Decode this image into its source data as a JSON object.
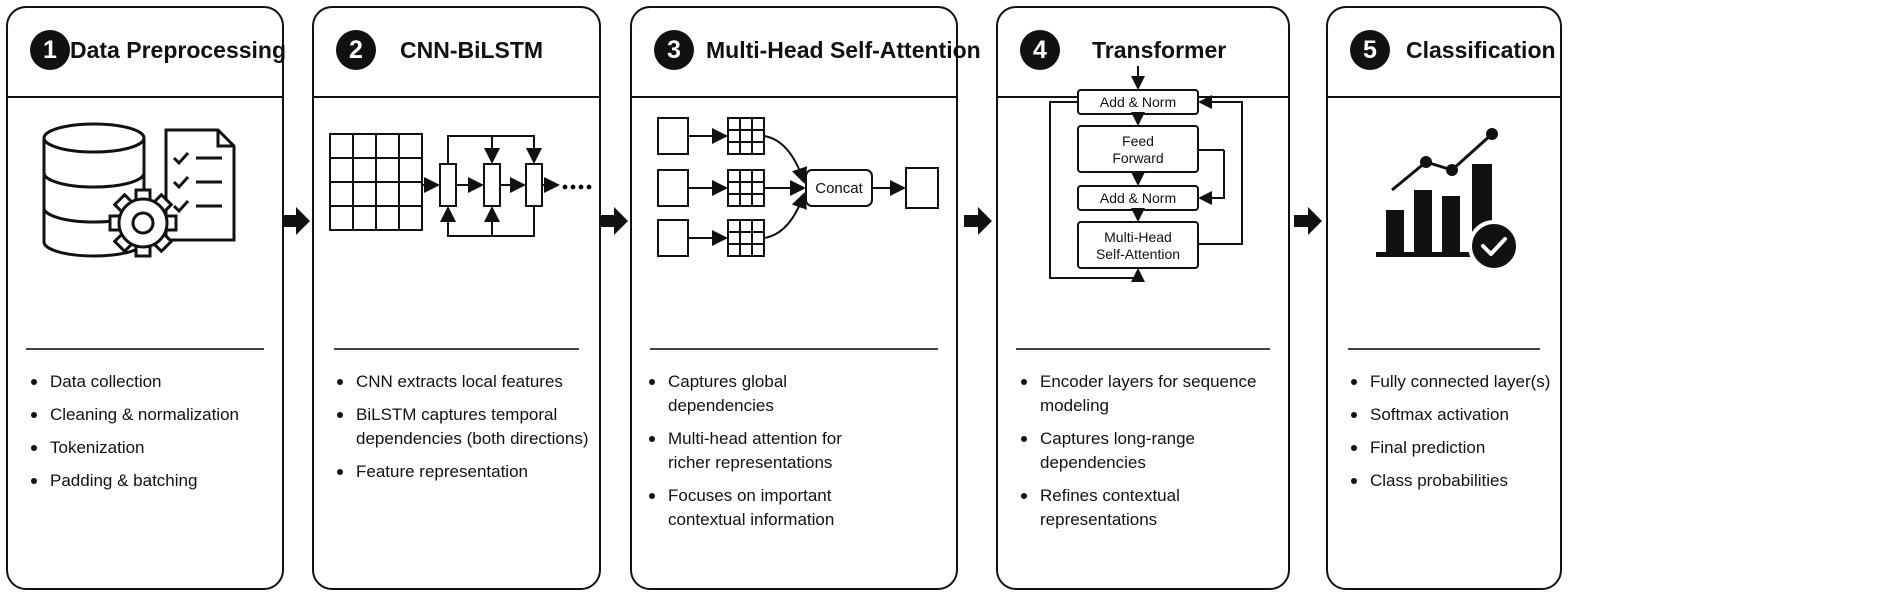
{
  "steps": [
    {
      "number": "1",
      "title": "Data Preprocessing",
      "bullets": [
        "Data collection",
        "Cleaning & normalization",
        "Tokenization",
        "Padding & batching"
      ]
    },
    {
      "number": "2",
      "title": "CNN-BiLSTM",
      "bullets": [
        "CNN extracts local features",
        "BiLSTM captures temporal dependencies (both directions)",
        "Feature representation"
      ]
    },
    {
      "number": "3",
      "title": "Multi-Head Self-Attention",
      "bullets": [
        "Captures global dependencies",
        "Multi-head attention for richer representations",
        "Focuses on important contextual information"
      ],
      "concat_label": "Concat"
    },
    {
      "number": "4",
      "title": "Transformer",
      "bullets": [
        "Encoder layers for sequence modeling",
        "Captures long-range dependencies",
        "Refines contextual representations"
      ],
      "block_labels": {
        "add_norm": "Add & Norm",
        "feed_forward": "Feed Forward",
        "mhsa": "Multi-Head Self-Attention"
      }
    },
    {
      "number": "5",
      "title": "Classification",
      "bullets": [
        "Fully connected layer(s)",
        "Softmax activation",
        "Final prediction",
        "Class probabilities"
      ]
    }
  ],
  "icons": [
    "database-icon",
    "gear-icon",
    "checklist-icon",
    "grid-icon",
    "lstm-cell-icon",
    "attention-matrix-icon",
    "bar-chart-icon",
    "line-trend-icon",
    "check-badge-icon",
    "flow-arrow-icon"
  ]
}
